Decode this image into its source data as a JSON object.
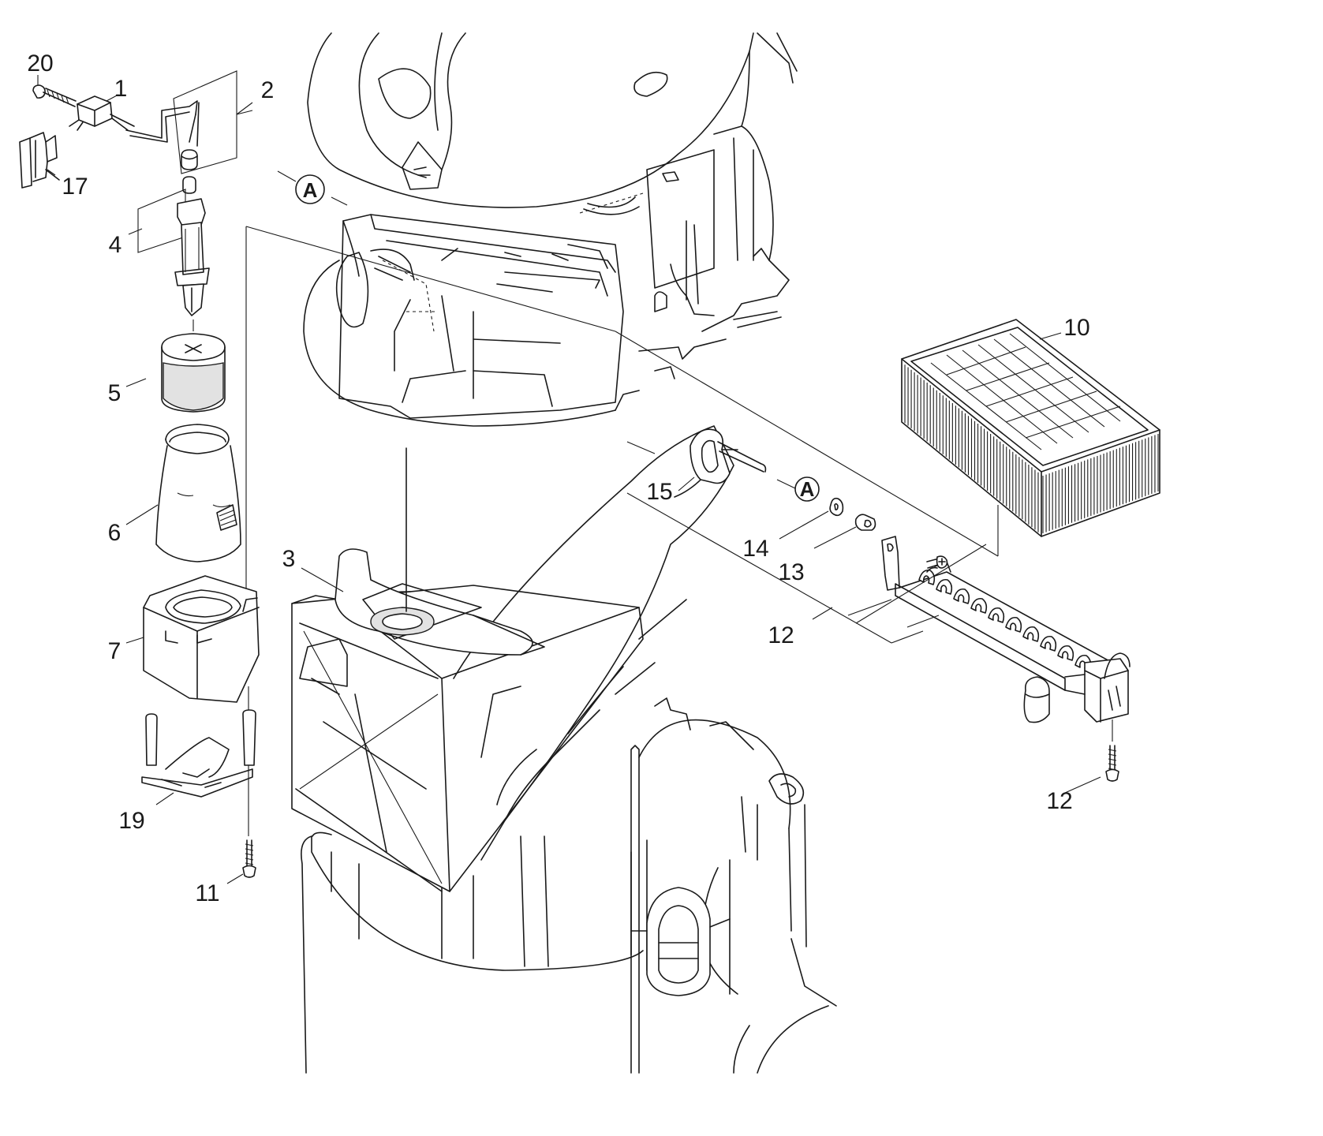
{
  "callouts": [
    {
      "id": "c1",
      "label": "1"
    },
    {
      "id": "c2",
      "label": "2"
    },
    {
      "id": "c3",
      "label": "3"
    },
    {
      "id": "c4",
      "label": "4"
    },
    {
      "id": "c5",
      "label": "5"
    },
    {
      "id": "c6",
      "label": "6"
    },
    {
      "id": "c7",
      "label": "7"
    },
    {
      "id": "c10",
      "label": "10"
    },
    {
      "id": "c11",
      "label": "11"
    },
    {
      "id": "c12a",
      "label": "12"
    },
    {
      "id": "c12b",
      "label": "12"
    },
    {
      "id": "c13",
      "label": "13"
    },
    {
      "id": "c14",
      "label": "14"
    },
    {
      "id": "c15",
      "label": "15"
    },
    {
      "id": "c17",
      "label": "17"
    },
    {
      "id": "c19",
      "label": "19"
    },
    {
      "id": "c20",
      "label": "20"
    }
  ],
  "markers": {
    "top": "A",
    "lower": "A"
  }
}
